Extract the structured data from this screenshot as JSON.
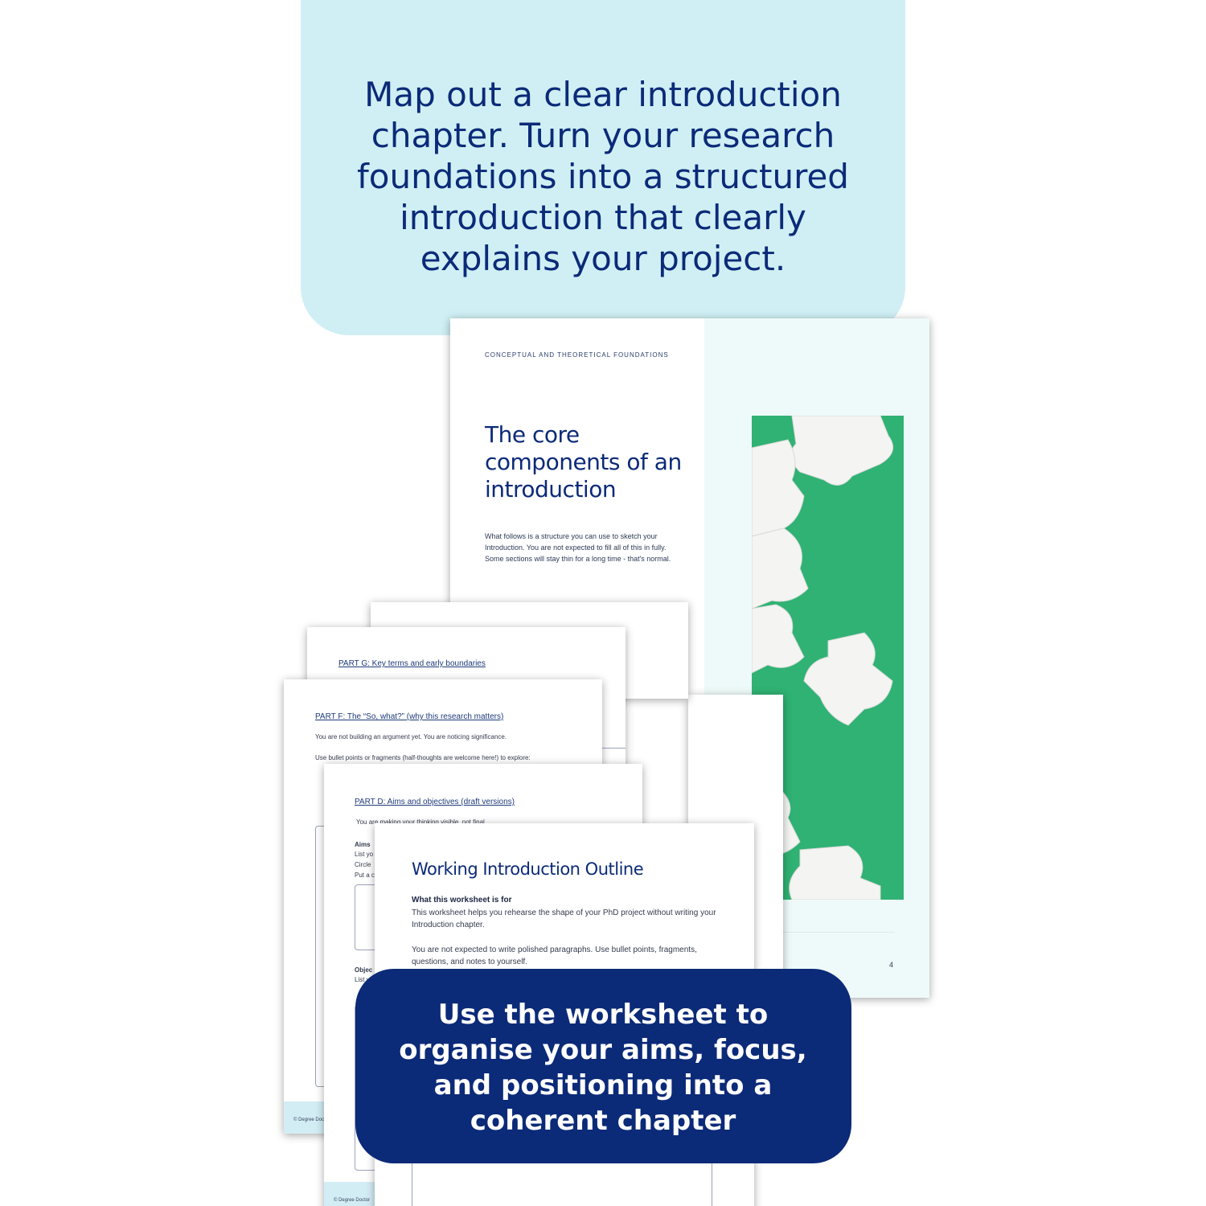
{
  "top_callout": {
    "text": "Map out a clear introduction chapter. Turn your research foundations into a structured introduction that clearly explains your project."
  },
  "cover_page": {
    "eyebrow": "CONCEPTUAL AND THEORETICAL FOUNDATIONS",
    "title": "The core components of an introduction",
    "intro": "What follows is a structure you can use to sketch your Introduction. You are not expected to fill all of this in fully. Some sections will stay thin for a long time - that's normal.",
    "page_number": "4",
    "colors": {
      "puzzle_bg": "#2fb273",
      "panel_bg": "#eefaf9"
    }
  },
  "sheet_g": {
    "heading": "PART G: Key terms and early boundaries"
  },
  "sheet_f": {
    "heading": "PART F: The “So, what?” (why this research matters)",
    "line1": "You are not building an argument yet. You are noticing significance.",
    "line2": "Use bullet points or fragments (half-thoughts are welcome here!) to explore:",
    "footer": "© Degree Doc"
  },
  "sheet_d": {
    "heading": "PART D: Aims and objectives (draft versions)",
    "line1": "You are making your thinking visible, not final.",
    "aims_label": "Aims",
    "list_line": "List yo",
    "circle_line": "Circle",
    "put_line": "Put a c",
    "obj_label": "Objec",
    "obj_list": "List yo",
    "footer": "© Degree Doctor"
  },
  "sheet_main": {
    "title": "Working Introduction Outline",
    "subheading": "What this worksheet is for",
    "p1": "This worksheet helps you rehearse the shape of your PhD project without writing your Introduction chapter.",
    "p2": "You are not expected to write polished paragraphs. Use bullet points, fragments, questions, and notes to yourself."
  },
  "bottom_callout": {
    "text": "Use the worksheet to organise your aims, focus, and positioning into a coherent chapter"
  },
  "colors": {
    "navy": "#0b2a78",
    "light_teal": "#cfeff4",
    "footer_band": "#d3edf4"
  }
}
